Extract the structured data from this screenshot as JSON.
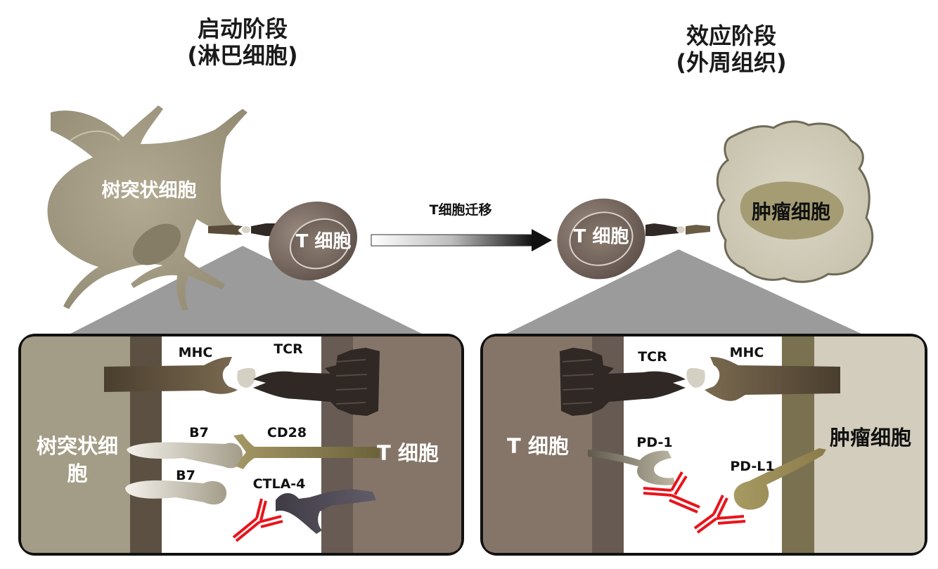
{
  "headings": {
    "left": {
      "line1": "启动阶段",
      "line2": "(淋巴细胞)"
    },
    "right": {
      "line1": "效应阶段",
      "line2": "(外周组织)"
    }
  },
  "top": {
    "dendritic_cell": "树突状细胞",
    "t_cell_left": "T 细胞",
    "migration": "T细胞迁移",
    "t_cell_right": "T 细胞",
    "tumor_cell": "肿瘤细胞"
  },
  "left_panel": {
    "dendritic_cell": "树突状细胞",
    "t_cell": "T 细胞",
    "mhc": "MHC",
    "tcr": "TCR",
    "b7_top": "B7",
    "cd28": "CD28",
    "b7_bottom": "B7",
    "ctla4": "CTLA-4"
  },
  "right_panel": {
    "t_cell": "T 细胞",
    "tumor_cell": "肿瘤细胞",
    "tcr": "TCR",
    "mhc": "MHC",
    "pd1": "PD-1",
    "pdl1": "PD-L1"
  },
  "colors": {
    "dendritic": "#a59d85",
    "dendritic_membrane": "#5a5042",
    "t_cell": "#857468",
    "t_cell_membrane": "#675a53",
    "tumor_membrane": "#7a7150",
    "tumor": "#d1ccbb",
    "antibody": "#e8141c",
    "tcr": "#3a312c",
    "mhc": "#5c4f3b",
    "spotlight": "#9a9a9a"
  }
}
